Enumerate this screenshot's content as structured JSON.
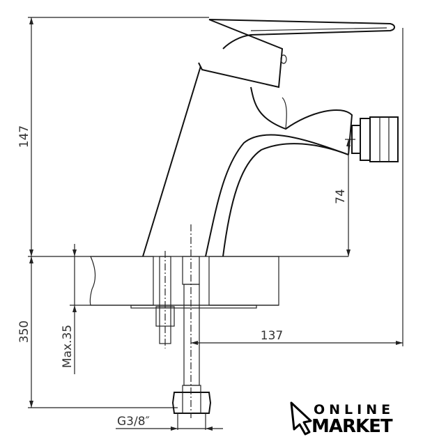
{
  "dimensions": {
    "total_height": "147",
    "hose_length": "350",
    "spout_height": "74",
    "reach": "137",
    "max_thickness": "Max.35",
    "thread": "G3/8″"
  },
  "logo": {
    "line1": "ONLINE",
    "line2": "MARKET"
  }
}
